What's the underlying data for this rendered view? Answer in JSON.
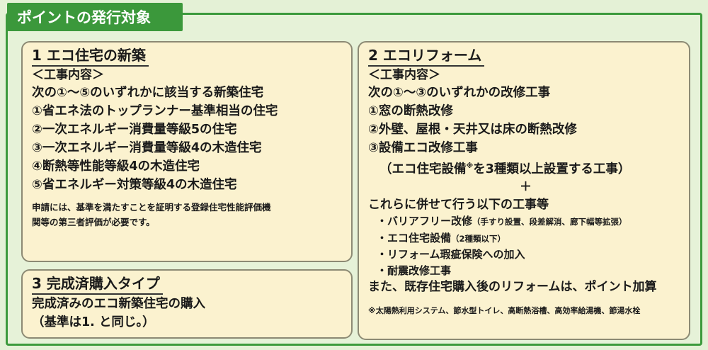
{
  "header": {
    "title": "ポイントの発行対象"
  },
  "box1": {
    "title": "1 エコ住宅の新築",
    "subheading": "＜工事内容＞",
    "intro": "次の①～⑤のいずれかに該当する新築住宅",
    "items": [
      "①省エネ法のトップランナー基準相当の住宅",
      "②一次エネルギー消費量等級5の住宅",
      "③一次エネルギー消費量等級4の木造住宅",
      "④断熱等性能等級4の木造住宅",
      "⑤省エネルギー対策等級4の木造住宅"
    ],
    "note_line1": "申請には、基準を満たすことを証明する登録住宅性能評価機",
    "note_line2": "関等の第三者評価が必要です。"
  },
  "box2": {
    "title": "2 エコリフォーム",
    "subheading": "＜工事内容＞",
    "intro": "次の①～③のいずれかの改修工事",
    "items": [
      "①窓の断熱改修",
      "②外壁、屋根・天井又は床の断熱改修",
      "③設備エコ改修工事"
    ],
    "paren_a": "（エコ住宅設備",
    "paren_mark": "※",
    "paren_b": "を3種類以上設置する工事）",
    "plus": "＋",
    "combined": "これらに併せて行う以下の工事等",
    "bullets": [
      {
        "main": "・バリアフリー改修",
        "sub": "（手すり設置、段差解消、廊下幅等拡張）"
      },
      {
        "main": "・エコ住宅設備",
        "sub": "（2種類以下）"
      },
      {
        "main": "・リフォーム瑕疵保険への加入",
        "sub": ""
      },
      {
        "main": "・耐震改修工事",
        "sub": ""
      }
    ],
    "addition": "また、既存住宅購入後のリフォームは、ポイント加算",
    "footnote": "※太陽熱利用システム、節水型トイレ、高断熱浴槽、高効率給湯機、節湯水栓"
  },
  "box3": {
    "title": "3 完成済購入タイプ",
    "line1": "完成済みのエコ新築住宅の購入",
    "line2": "（基準は1. と同じ。）"
  }
}
